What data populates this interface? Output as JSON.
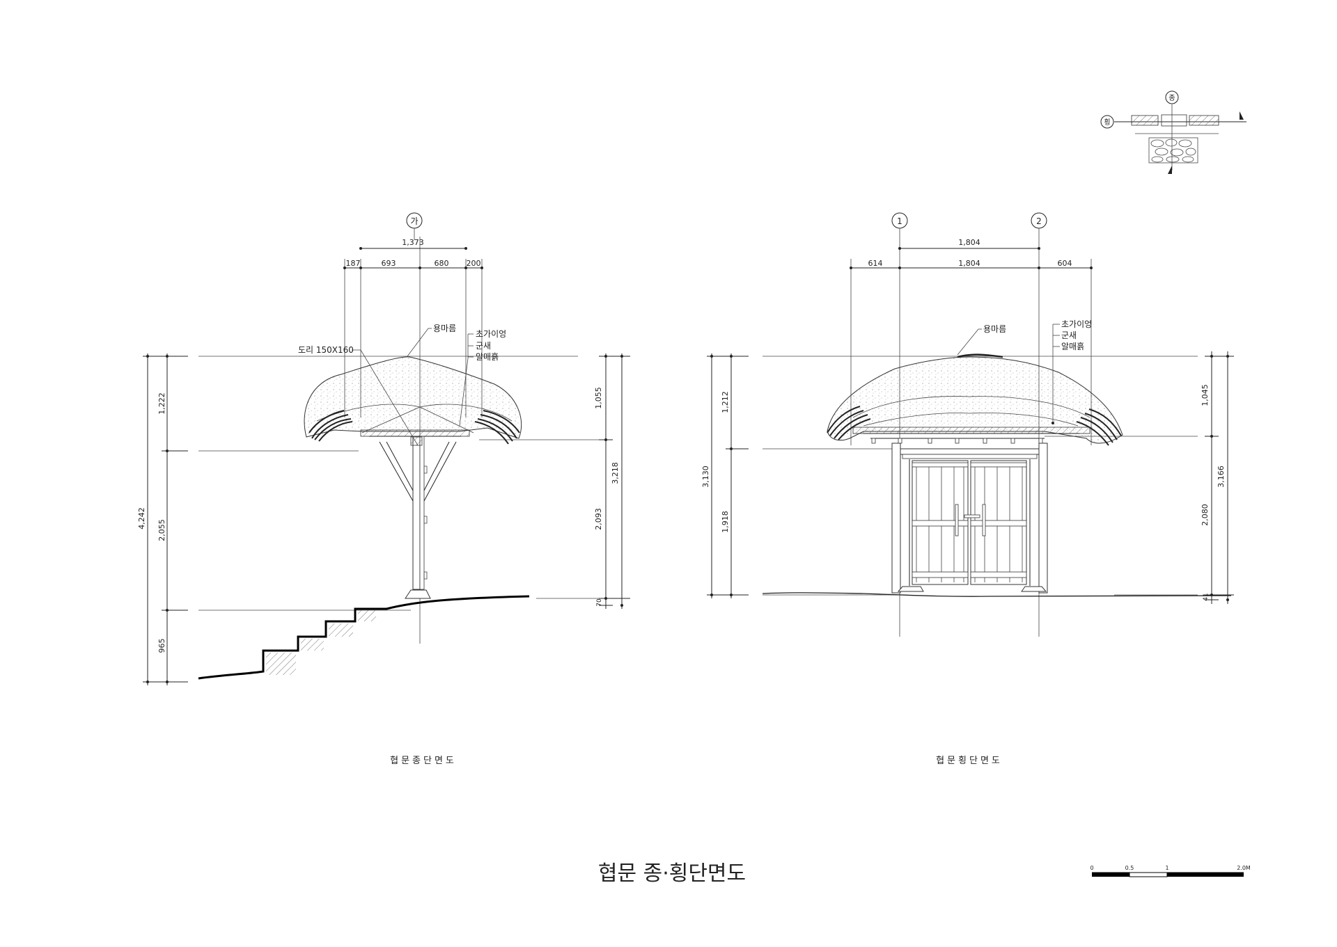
{
  "sheet": {
    "title": "협문 종·횡단면도",
    "scale_bar": {
      "ticks": [
        "0",
        "0.5",
        "1",
        "2.0M"
      ]
    }
  },
  "long_section": {
    "caption": "협문종단면도",
    "grid_label": "가",
    "top_dims": {
      "overall": "1,373",
      "parts": [
        "187",
        "693",
        "680",
        "200"
      ]
    },
    "left_dims": {
      "total": "4,242",
      "parts": [
        "1,222",
        "2,055",
        "965"
      ]
    },
    "right_dims": {
      "total": "3,218",
      "parts": [
        "1,055",
        "2,093",
        "70"
      ]
    },
    "labels": {
      "ridge": "용마름",
      "thatch": "초가이엉",
      "reed": "군새",
      "mud": "알매흙",
      "purlin": "도리 150X160"
    }
  },
  "cross_section": {
    "caption": "협문횡단면도",
    "grid_labels": [
      "1",
      "2"
    ],
    "top_dims": {
      "overall": "1,804",
      "parts": [
        "614",
        "1,804",
        "604"
      ]
    },
    "left_dims": {
      "total": "3,130",
      "parts": [
        "1,212",
        "1,918"
      ]
    },
    "right_dims": {
      "total": "3,166",
      "parts": [
        "1,045",
        "2,080",
        "41"
      ]
    },
    "labels": {
      "ridge": "용마름",
      "thatch": "초가이엉",
      "reed": "군새",
      "mud": "알매흙"
    }
  },
  "key_plan": {
    "labels": [
      "횡",
      "종"
    ]
  }
}
